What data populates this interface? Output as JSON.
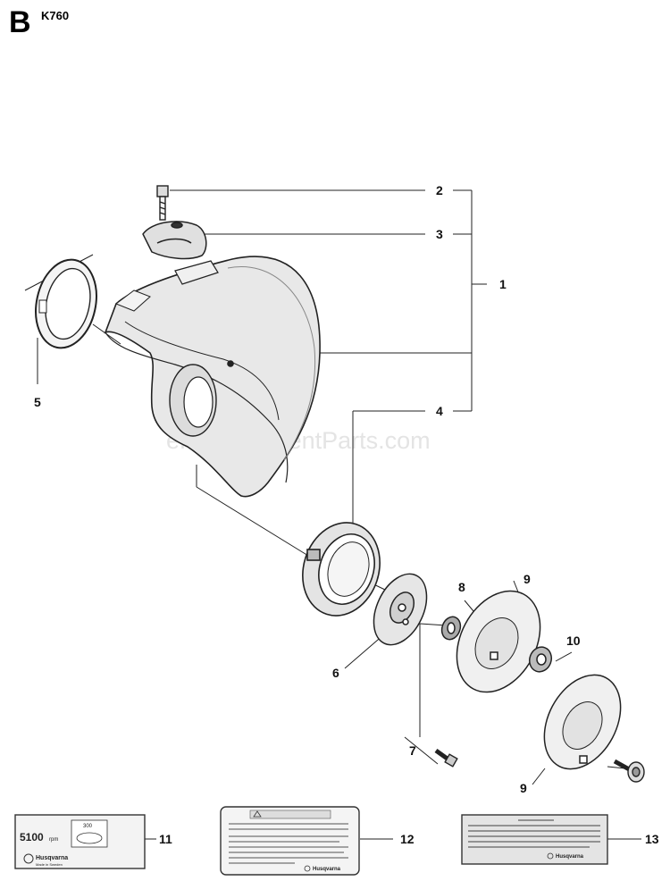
{
  "header": {
    "section": "B",
    "model": "K760"
  },
  "watermark": "eReplacementParts.com",
  "callouts": [
    "1",
    "2",
    "3",
    "4",
    "5",
    "6",
    "7",
    "8",
    "9",
    "9",
    "10",
    "11",
    "12",
    "13"
  ],
  "label_11": {
    "rpm_value": "5100",
    "rpm_unit": "rpm",
    "diameter": "300",
    "brand": "Husqvarna",
    "made_in": "Made in Sweden"
  },
  "label_12": {
    "brand": "Husqvarna"
  },
  "label_13": {
    "brand": "Husqvarna"
  }
}
